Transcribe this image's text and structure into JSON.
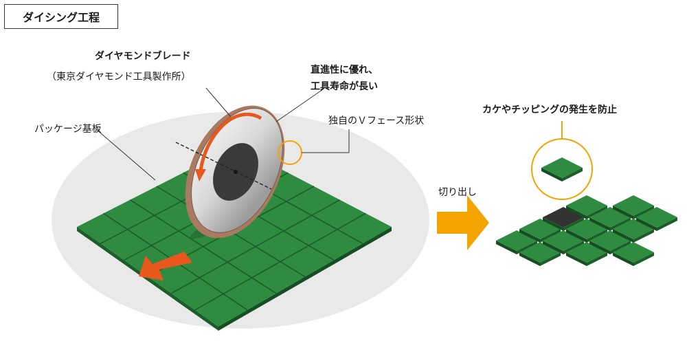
{
  "title": "ダイシング工程",
  "labels": {
    "blade_name": "ダイヤモンドブレード",
    "blade_maker": "（東京ダイヤモンド工具製作所）",
    "feature_line1": "直進性に優れ、",
    "feature_line2": "工具寿命が長い",
    "v_face": "独自のＶフェース形状",
    "substrate": "パッケージ基板",
    "cut_out": "切り出し",
    "prevent": "カケやチッピングの発生を防止"
  },
  "icons": {
    "process_arrow": "right-arrow-icon",
    "motion_arrow": "down-left-arrow-icon"
  },
  "colors": {
    "chip_green": "#2e8b3f",
    "chip_edge": "#1b5e2a",
    "orange": "#e8581c",
    "amber": "#f5a300",
    "ellipse": "#e9e9e9",
    "dark_chip": "#333333"
  }
}
